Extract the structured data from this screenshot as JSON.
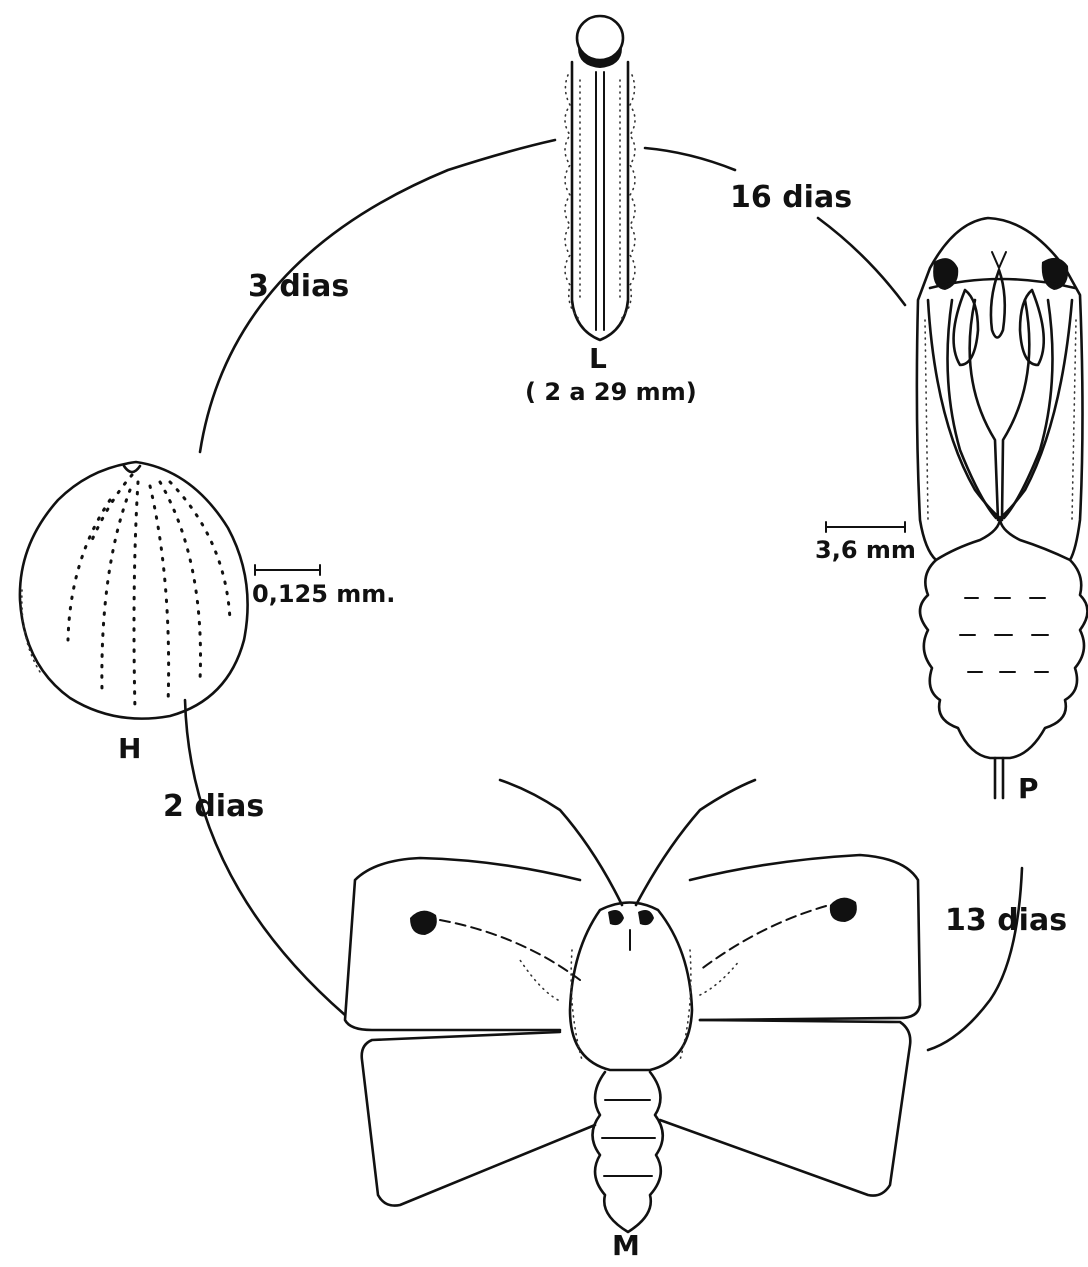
{
  "stages": {
    "egg": {
      "letter": "H",
      "scale": "0,125 mm."
    },
    "larva": {
      "letter": "L",
      "size": "( 2 a 29 mm)"
    },
    "pupa": {
      "letter": "P",
      "scale": "3,6 mm"
    },
    "adult": {
      "letter": "M"
    }
  },
  "durations": {
    "egg_to_larva": "3 dias",
    "larva_to_pupa": "16 dias",
    "pupa_to_adult": "13 dias",
    "adult_to_egg": "2 dias"
  },
  "colors": {
    "ink": "#111111",
    "background": "#ffffff"
  }
}
